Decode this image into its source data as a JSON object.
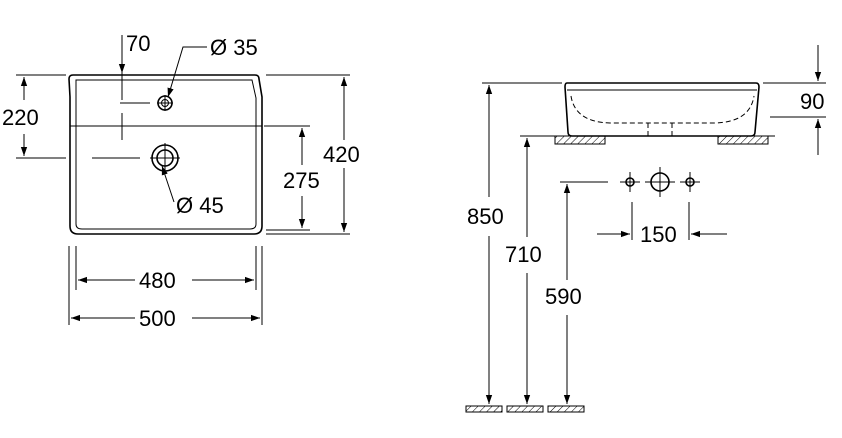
{
  "dimensions": {
    "tap_offset": "70",
    "tap_hole_diameter": "Ø 35",
    "waste_diameter": "Ø 45",
    "tap_to_waste_depth": "220",
    "waste_to_front": "275",
    "overall_depth": "420",
    "inner_width": "480",
    "overall_width": "500",
    "basin_height": "90",
    "top_height": "850",
    "mount_height": "710",
    "waste_outlet_height": "590",
    "tap_centres": "150"
  },
  "colors": {
    "line": "#000000",
    "background": "#ffffff"
  }
}
